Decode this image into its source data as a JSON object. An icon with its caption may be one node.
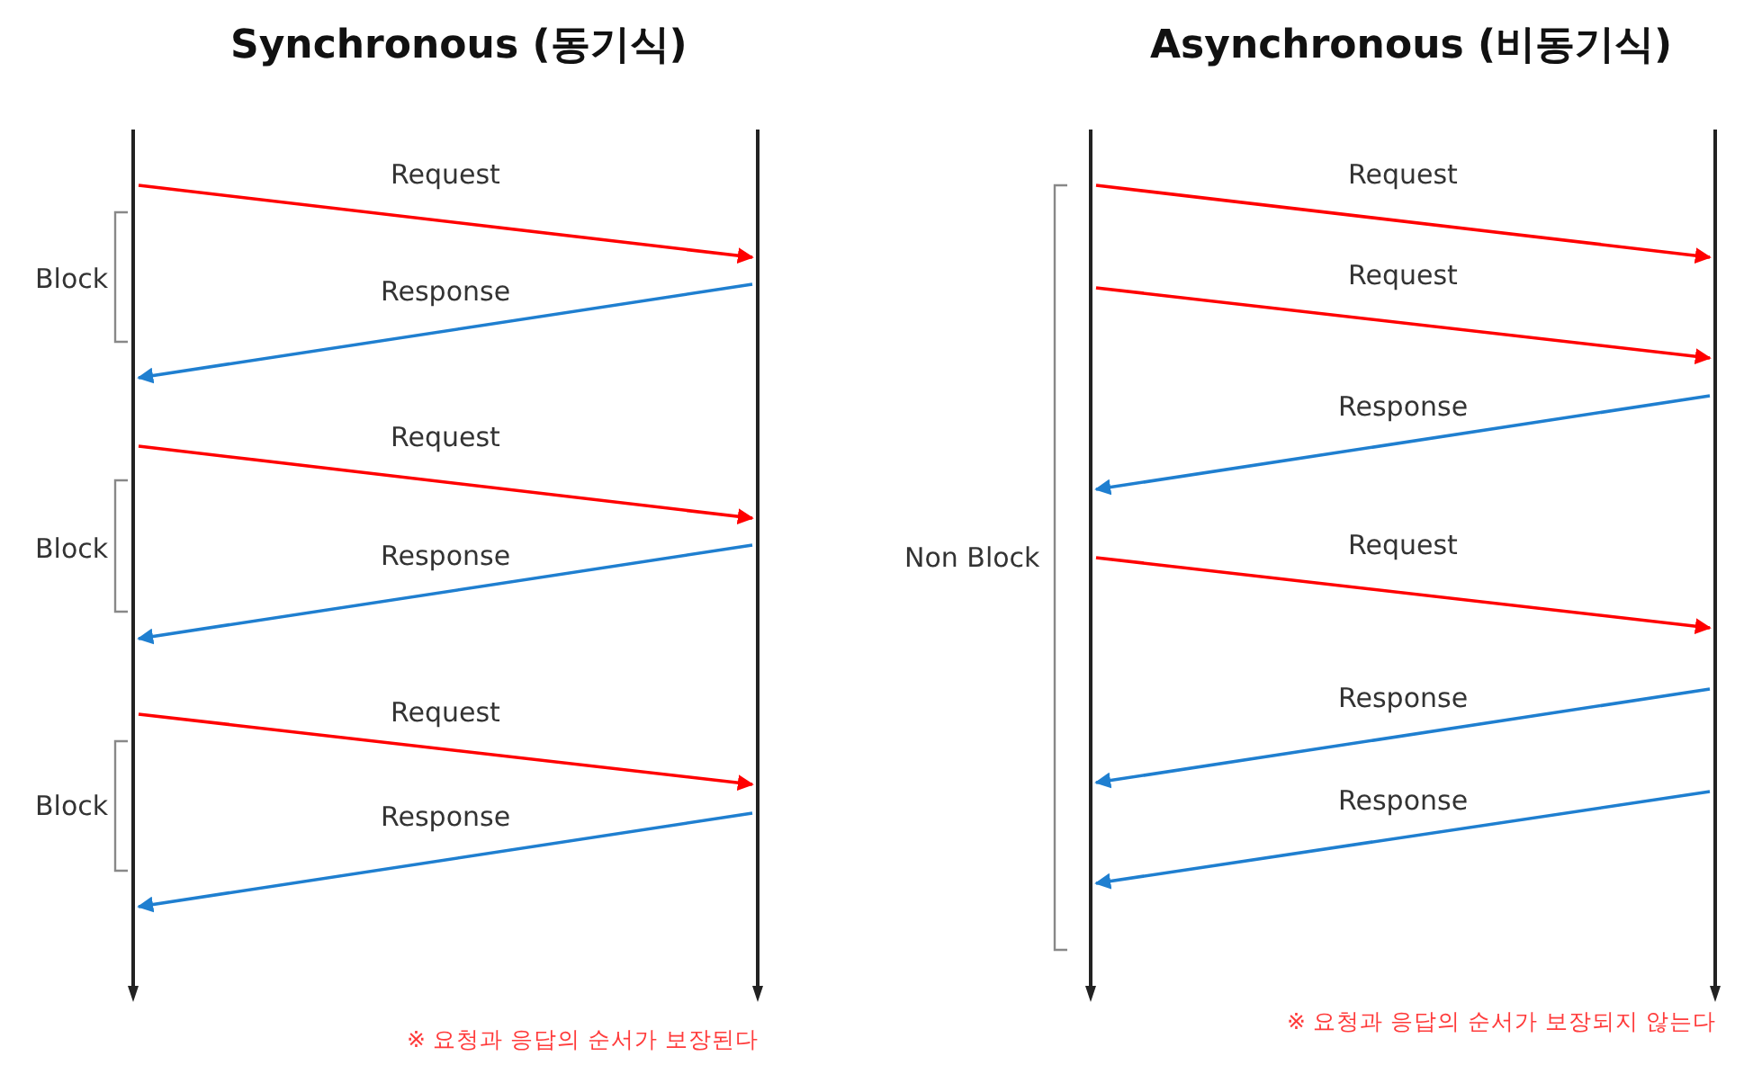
{
  "diagram": {
    "nodes": [
      {
        "text": [],
        "shape": "line"
      },
      {
        "text": [],
        "shape": "line"
      },
      {
        "text": [],
        "shape": "line"
      },
      {
        "text": [],
        "shape": "line"
      }
    ],
    "edges": [
      {
        "from": 0,
        "to": 1,
        "arrow": "to",
        "label": "Request",
        "color": "#ff0000"
      },
      {
        "from": 1,
        "to": 0,
        "arrow": "to",
        "label": "Response",
        "color": "#1f7fd0"
      },
      {
        "from": 0,
        "to": 1,
        "arrow": "to",
        "label": "Request",
        "color": "#ff0000"
      },
      {
        "from": 1,
        "to": 0,
        "arrow": "to",
        "label": "Response",
        "color": "#1f7fd0"
      },
      {
        "from": 0,
        "to": 1,
        "arrow": "to",
        "label": "Request",
        "color": "#ff0000"
      },
      {
        "from": 1,
        "to": 0,
        "arrow": "to",
        "label": "Response",
        "color": "#1f7fd0"
      },
      {
        "from": 2,
        "to": 3,
        "arrow": "to",
        "label": "Request",
        "color": "#ff0000"
      },
      {
        "from": 2,
        "to": 3,
        "arrow": "to",
        "label": "Request",
        "color": "#ff0000"
      },
      {
        "from": 3,
        "to": 2,
        "arrow": "to",
        "label": "Response",
        "color": "#1f7fd0"
      },
      {
        "from": 2,
        "to": 3,
        "arrow": "to",
        "label": "Request",
        "color": "#ff0000"
      },
      {
        "from": 3,
        "to": 2,
        "arrow": "to",
        "label": "Response",
        "color": "#1f7fd0"
      },
      {
        "from": 3,
        "to": 2,
        "arrow": "to",
        "label": "Response",
        "color": "#1f7fd0"
      }
    ],
    "labels": [
      "Synchronous (동기식)",
      "Asynchronous (비동기식)",
      "Block",
      "Block",
      "Block",
      "Non Block",
      "※ 요청과 응답의 순서가 보장된다",
      "※ 요청과 응답의 순서가 보장되지 않는다"
    ]
  }
}
